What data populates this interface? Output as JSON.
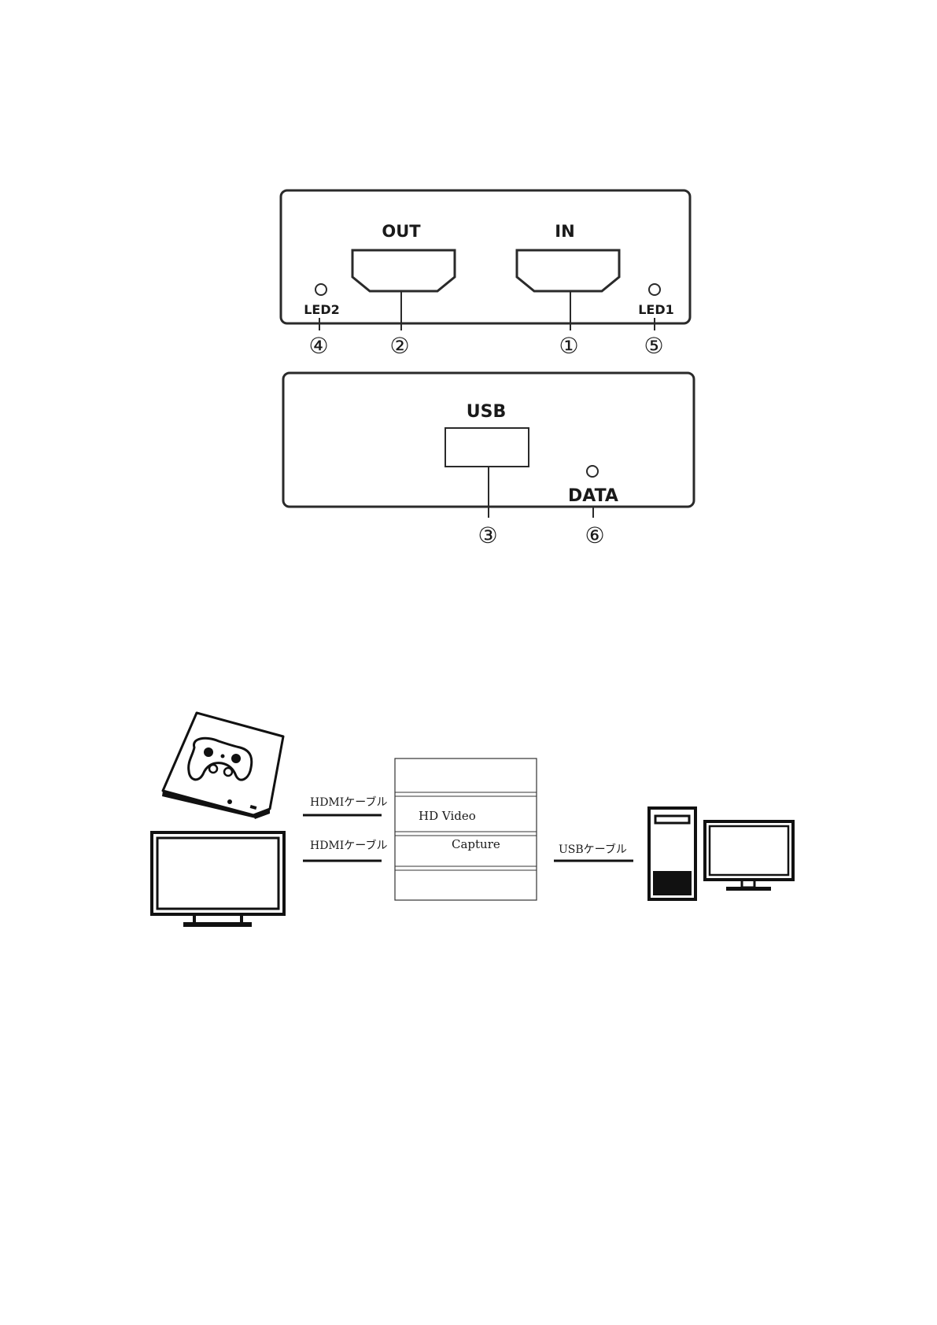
{
  "front_panel": {
    "out_label": "OUT",
    "in_label": "IN",
    "led2_label": "LED2",
    "led1_label": "LED1",
    "callout_4": "④",
    "callout_2": "②",
    "callout_1": "①",
    "callout_5": "⑤"
  },
  "rear_panel": {
    "usb_label": "USB",
    "data_label": "DATA",
    "callout_3": "③",
    "callout_6": "⑥"
  },
  "connection": {
    "hdmi_cable_1": "HDMIケーブル",
    "hdmi_cable_2": "HDMIケーブル",
    "device_line1": "HD Video",
    "device_line2": "Capture",
    "usb_cable": "USBケーブル"
  },
  "icons": [
    "game-console-icon",
    "tv-monitor-icon",
    "desktop-computer-icon"
  ]
}
